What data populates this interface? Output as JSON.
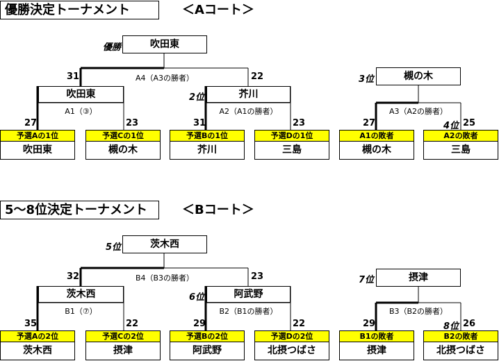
{
  "sectionA": {
    "title": "優勝決定トーナメント",
    "court": "＜Aコート＞",
    "main": {
      "rank_label": "優勝",
      "winner": "吹田東",
      "final_match": "A4（A3の勝者）",
      "final_left_score": "31",
      "final_right_score": "22",
      "left_semi": {
        "winner": "吹田東",
        "match": "A1（③）",
        "left_score": "27",
        "right_score": "23"
      },
      "right_semi": {
        "rank_label": "2位",
        "winner": "芥川",
        "match": "A2（A1の勝者）",
        "left_score": "31",
        "right_score": "23"
      }
    },
    "third": {
      "rank_label": "3位",
      "winner": "槻の木",
      "match": "A3（A2の勝者）",
      "left_score": "27",
      "right_rank": "4位",
      "right_score": "25"
    },
    "teams": [
      {
        "label": "予選Aの1位",
        "name": "吹田東"
      },
      {
        "label": "予選Cの1位",
        "name": "槻の木"
      },
      {
        "label": "予選Bの1位",
        "name": "芥川"
      },
      {
        "label": "予選Dの1位",
        "name": "三島"
      },
      {
        "label": "A1の敗者",
        "name": "槻の木"
      },
      {
        "label": "A2の敗者",
        "name": "三島"
      }
    ]
  },
  "sectionB": {
    "title": "5～8位決定トーナメント",
    "court": "＜Bコート＞",
    "main": {
      "rank_label": "5位",
      "winner": "茨木西",
      "final_match": "B4（B3の勝者）",
      "final_left_score": "32",
      "final_right_score": "23",
      "left_semi": {
        "winner": "茨木西",
        "match": "B1（⑦）",
        "left_score": "35",
        "right_score": "22"
      },
      "right_semi": {
        "rank_label": "6位",
        "winner": "阿武野",
        "match": "B2（B1の勝者）",
        "left_score": "29",
        "right_score": "22"
      }
    },
    "third": {
      "rank_label": "7位",
      "winner": "摂津",
      "match": "B3（B2の勝者）",
      "left_score": "29",
      "right_rank": "8位",
      "right_score": "26"
    },
    "teams": [
      {
        "label": "予選Aの2位",
        "name": "茨木西"
      },
      {
        "label": "予選Cの2位",
        "name": "摂津"
      },
      {
        "label": "予選Bの2位",
        "name": "阿武野"
      },
      {
        "label": "予選Dの2位",
        "name": "北摂つばさ"
      },
      {
        "label": "B1の敗者",
        "name": "摂津"
      },
      {
        "label": "B2の敗者",
        "name": "北摂つばさ"
      }
    ]
  }
}
